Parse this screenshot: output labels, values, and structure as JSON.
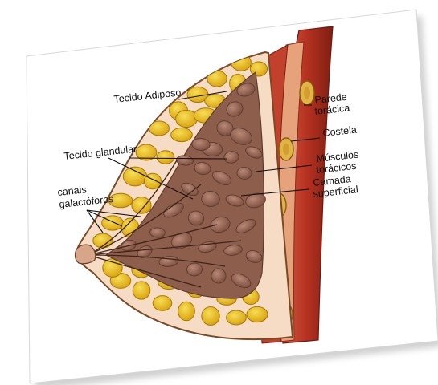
{
  "figure": {
    "labels": {
      "tecido_adiposo": "Tecido Adiposo",
      "tecido_glandular": "Tecido glandular",
      "canais_line1": "canais",
      "canais_line2": "galactóforos",
      "parede_line1": "Parede",
      "parede_line2": "torácica",
      "costela": "Costela",
      "musculos_line1": "Músculos",
      "musculos_line2": "torácicos",
      "camada_line1": "Camada",
      "camada_line2": "superficial"
    },
    "colors": {
      "skin": "#f6dcc4",
      "outline": "#7a4a26",
      "fat": "#e2b515",
      "fat_edge": "#a77a08",
      "gland": "#9a6a58",
      "gland_edge": "#5e3a2e",
      "muscle": "#c0402a",
      "muscle_dark": "#8a2216",
      "rib": "#d9a63a"
    }
  }
}
